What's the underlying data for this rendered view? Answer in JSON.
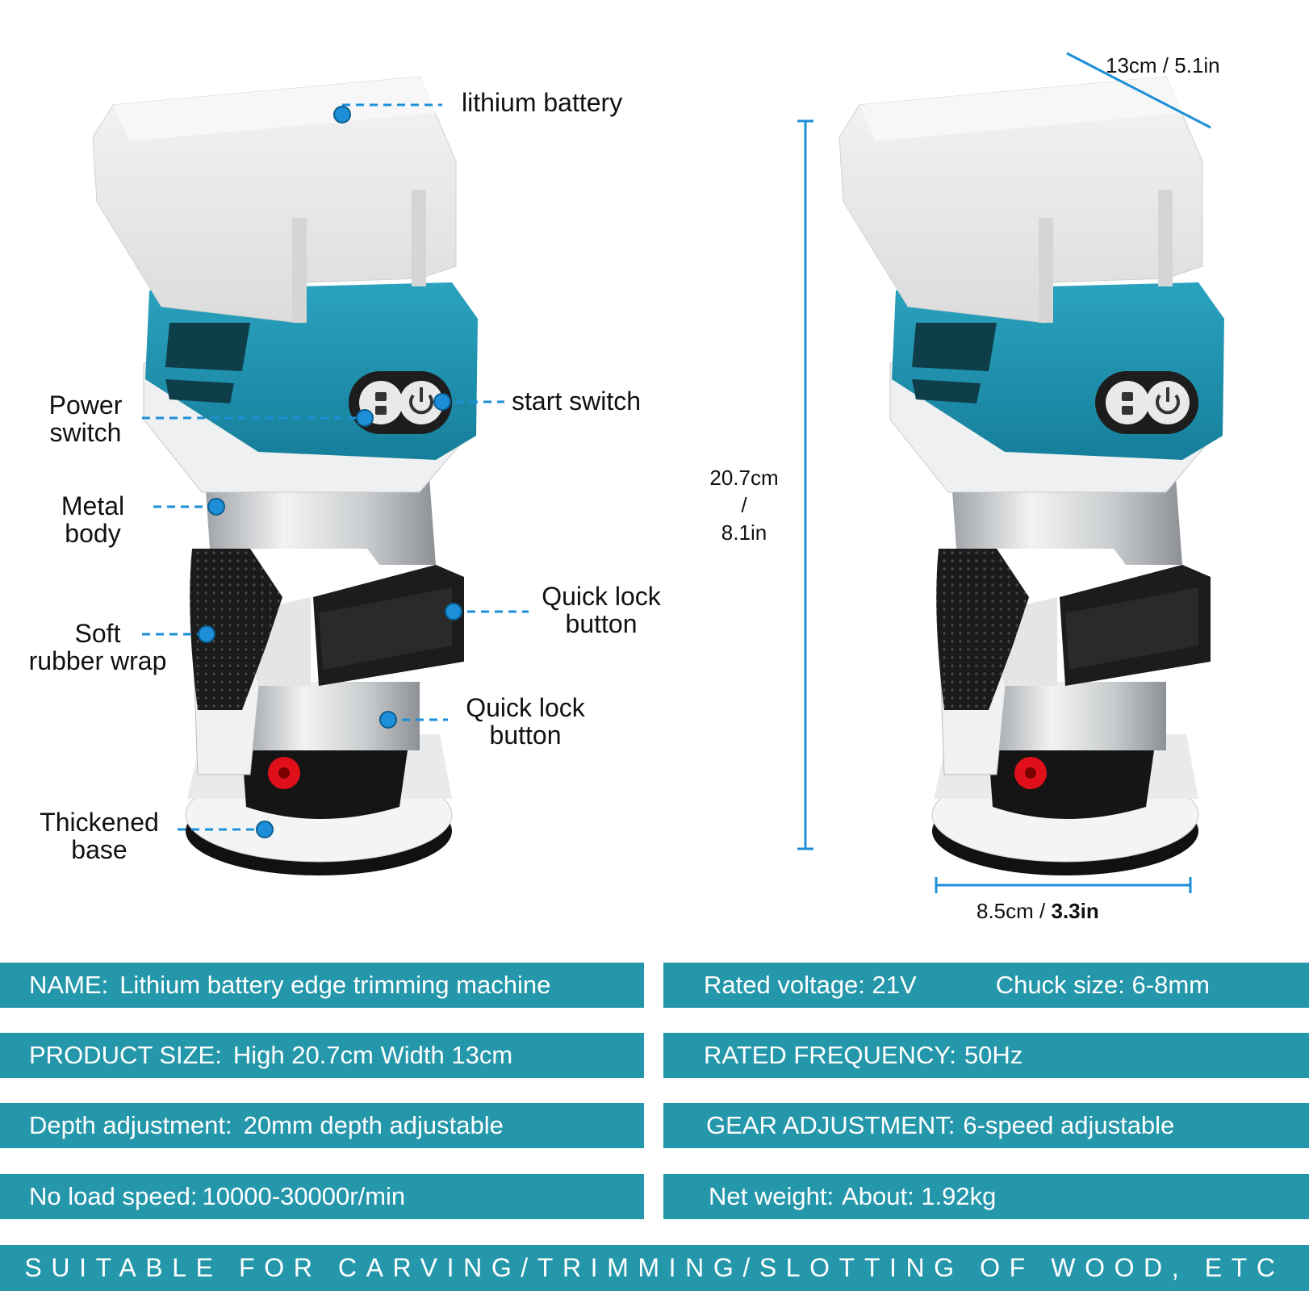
{
  "callouts": {
    "lithium_battery": "lithium battery",
    "power_switch": [
      "Power",
      "switch"
    ],
    "start_switch": "start switch",
    "metal_body": [
      "Metal",
      "body"
    ],
    "quick_lock_1": [
      "Quick lock",
      "button"
    ],
    "soft_rubber": [
      "Soft",
      "rubber wrap"
    ],
    "quick_lock_2": [
      "Quick lock",
      "button"
    ],
    "thickened_base": [
      "Thickened",
      "base"
    ]
  },
  "dimensions": {
    "width_top": "13cm / 5.1in",
    "height": [
      "20.7cm",
      "/",
      "8.1in"
    ],
    "width_bottom_cm": "8.5cm / ",
    "width_bottom_in": "3.3in"
  },
  "specs": {
    "name_label": "NAME:",
    "name_value": "Lithium battery edge trimming machine",
    "voltage": "Rated voltage: 21V",
    "chuck": "Chuck size: 6-8mm",
    "size_label": "PRODUCT SIZE:",
    "size_value": "High 20.7cm Width 13cm",
    "freq_label": "RATED FREQUENCY:",
    "freq_value": "50Hz",
    "depth_label": "Depth adjustment:",
    "depth_value": "20mm depth adjustable",
    "gear_label": "GEAR ADJUSTMENT:",
    "gear_value": "6-speed adjustable",
    "speed_label": "No load speed:",
    "speed_value": "10000-30000r/min",
    "weight_label": "Net weight:",
    "weight_value": "About: 1.92kg"
  },
  "footer": "SUITABLE FOR CARVING/TRIMMING/SLOTTING OF WOOD, ETC",
  "colors": {
    "accent": "#2597ab",
    "tool_body": "#1f93b1",
    "callout_dot": "#1d8fd8"
  }
}
